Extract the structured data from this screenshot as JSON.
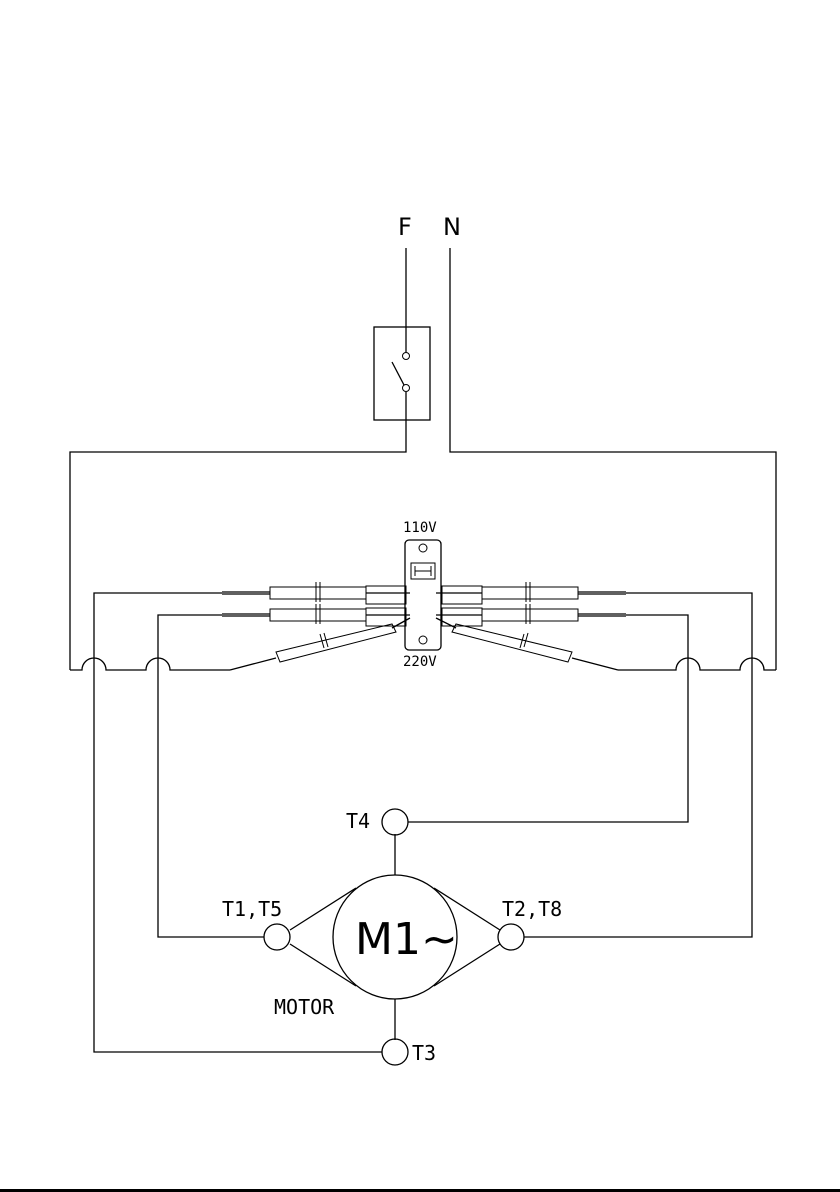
{
  "labels": {
    "phase": "F",
    "neutral": "N",
    "v110": "110V",
    "v220": "220V",
    "motor_symbol": "M1~",
    "motor": "MOTOR",
    "t4": "T4",
    "t1t5": "T1,T5",
    "t2t8": "T2,T8",
    "t3": "T3"
  }
}
